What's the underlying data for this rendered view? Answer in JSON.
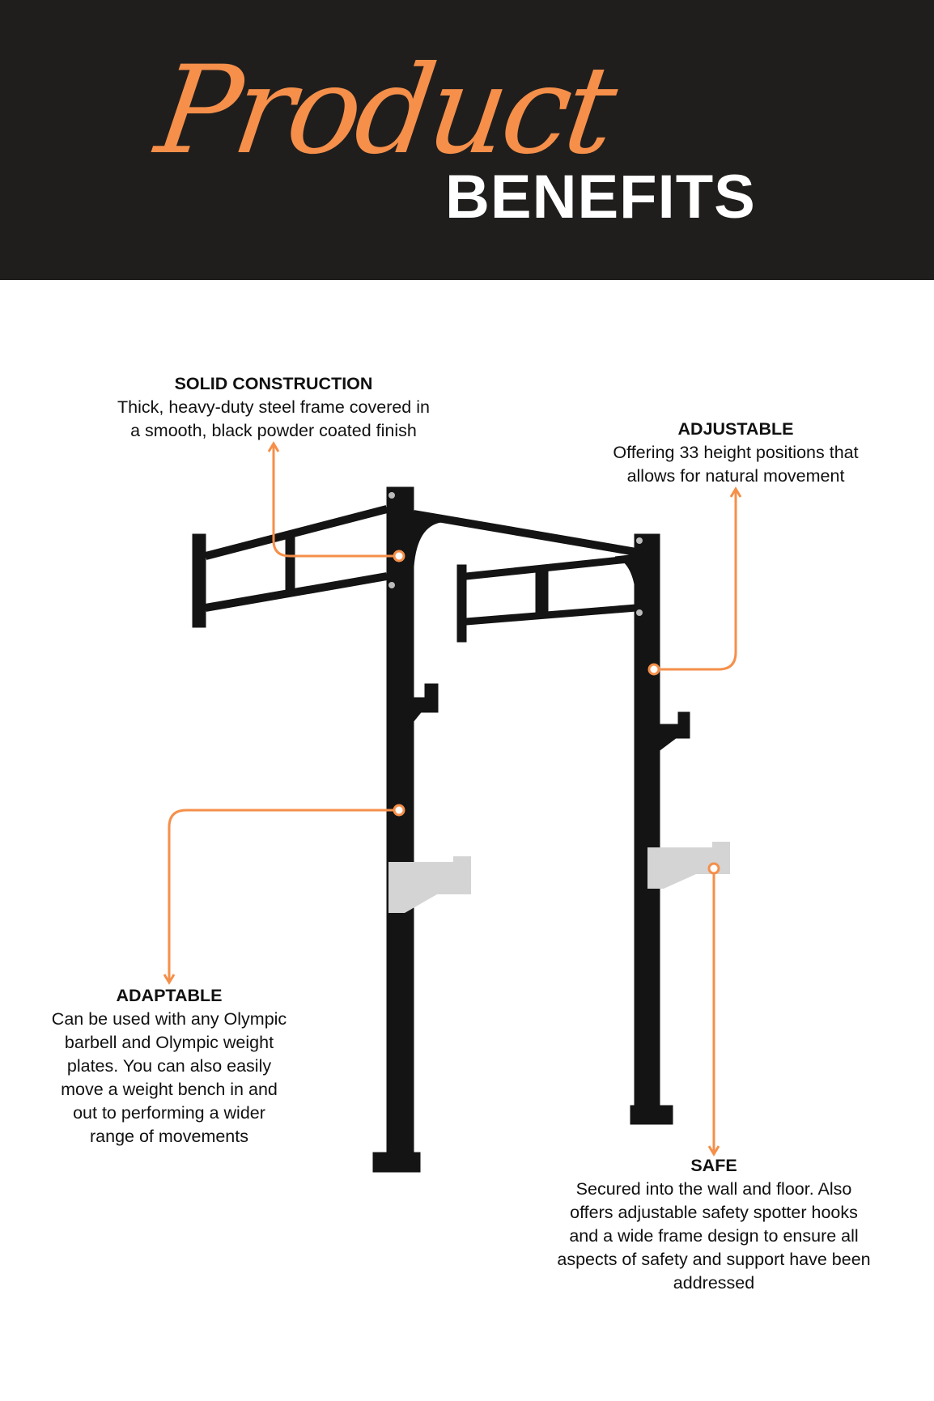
{
  "header": {
    "script_title": "Product",
    "title": "BENEFITS"
  },
  "colors": {
    "accent": "#f58f4a",
    "header_bg": "#201e1d",
    "rack": "#141414",
    "spotter": "#d4d4d4"
  },
  "benefits": [
    {
      "title": "SOLID CONSTRUCTION",
      "lines": [
        "Thick, heavy-duty steel frame covered in",
        "a smooth, black powder coated finish"
      ]
    },
    {
      "title": "ADJUSTABLE",
      "lines": [
        "Offering 33 height positions that",
        "allows for natural movement"
      ]
    },
    {
      "title": "ADAPTABLE",
      "lines": [
        "Can be used with any Olympic",
        "barbell and Olympic weight",
        "plates. You can also easily",
        "move a weight bench in and",
        "out to performing a wider",
        "range of movements"
      ]
    },
    {
      "title": "SAFE",
      "lines": [
        "Secured into the wall and floor. Also",
        "offers adjustable safety spotter hooks",
        "and a wide frame design to ensure all",
        "aspects of safety and support have been",
        "addressed"
      ]
    }
  ]
}
